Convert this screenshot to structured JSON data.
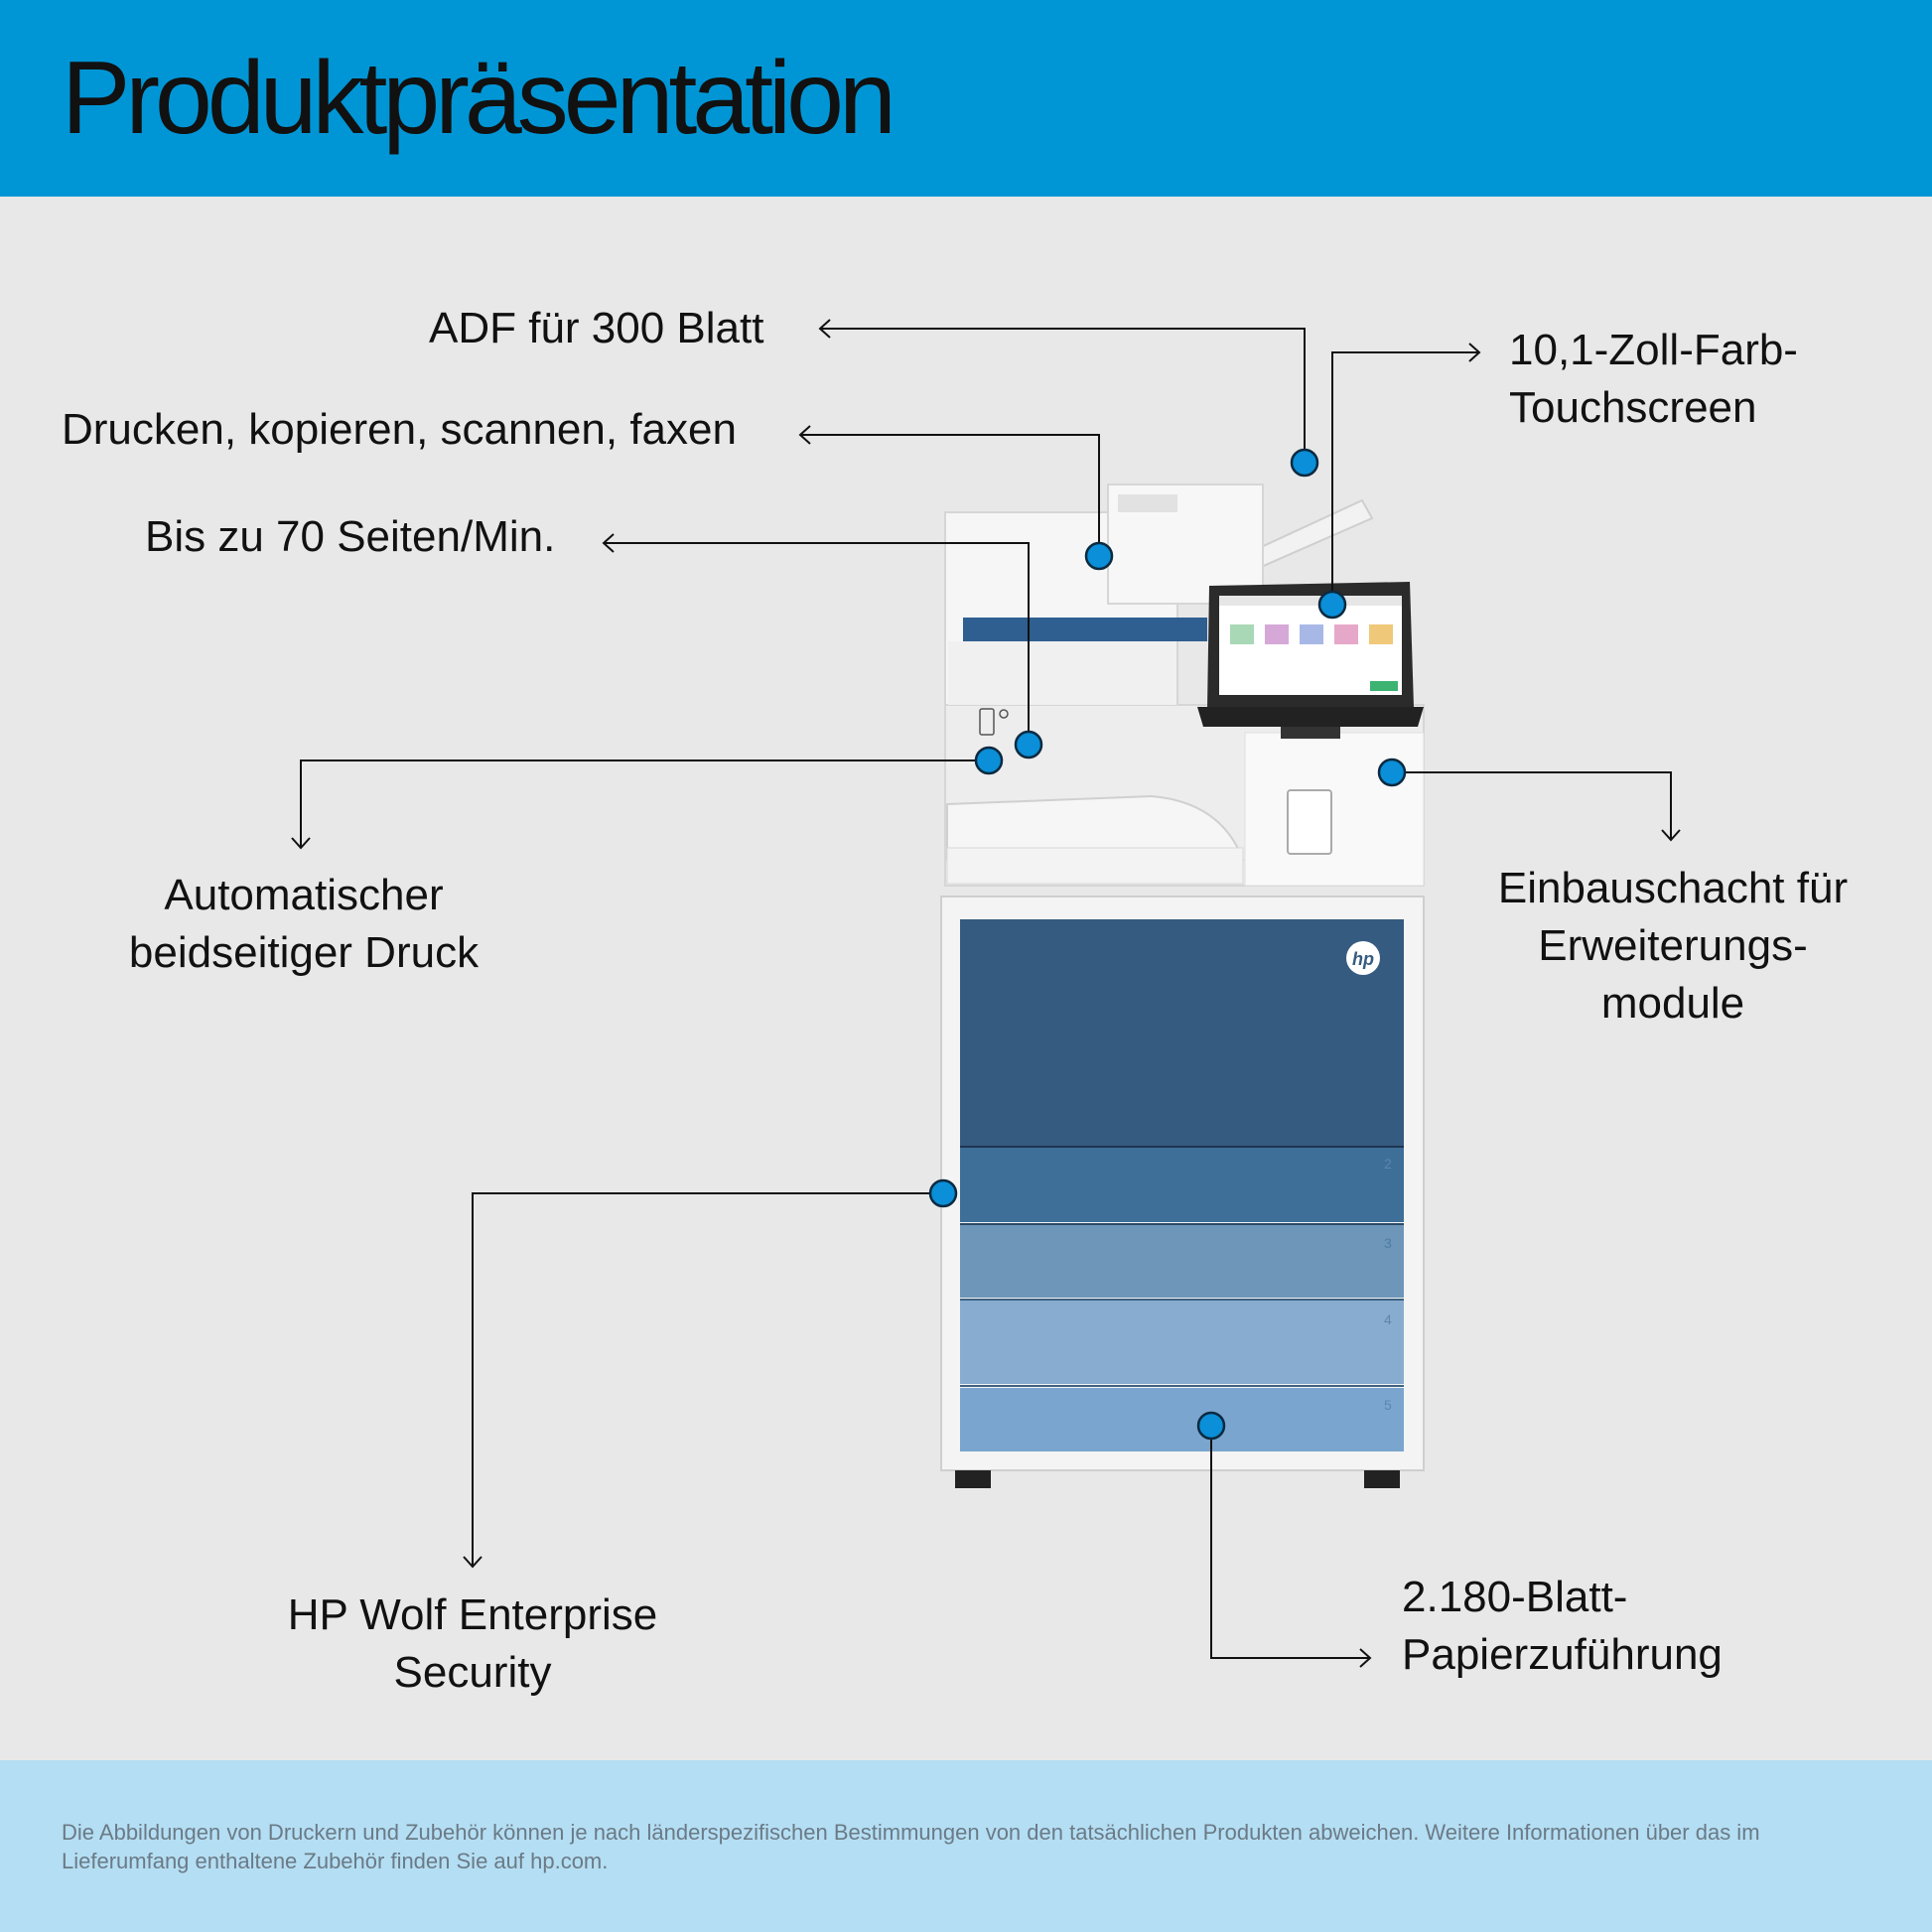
{
  "header": {
    "title": "Produktpräsentation"
  },
  "callouts": {
    "adf": "ADF für 300 Blatt",
    "functions": "Drucken, kopieren, scannen, faxen",
    "speed": "Bis zu 70 Seiten/Min.",
    "touchscreen": [
      "10,1-Zoll-Farb-",
      "Touchscreen"
    ],
    "duplex": [
      "Automatischer",
      "beidseitiger Druck"
    ],
    "expansion": [
      "Einbauschacht für",
      "Erweiterungs-",
      "module"
    ],
    "security": [
      "HP Wolf Enterprise",
      "Security"
    ],
    "paper": [
      "2.180-Blatt-",
      "Papierzuführung"
    ]
  },
  "printer": {
    "logo": "hp",
    "tray_numbers": [
      "2",
      "3",
      "4",
      "5"
    ]
  },
  "colors": {
    "header": "#0096d6",
    "footer": "#b4def3",
    "dot": "#0a8fd8",
    "drawer_top": "#355b80",
    "drawer_2": "#3d6f99",
    "drawer_3": "#6d96b9",
    "drawer_4": "#87acd0",
    "drawer_5": "#7aa5cf"
  },
  "footer": {
    "disclaimer": "Die Abbildungen von Druckern und Zubehör können je nach länderspezifischen Bestimmungen von den tatsächlichen Produkten abweichen. Weitere Informationen über das im Lieferumfang enthaltene Zubehör finden Sie auf hp.com."
  }
}
